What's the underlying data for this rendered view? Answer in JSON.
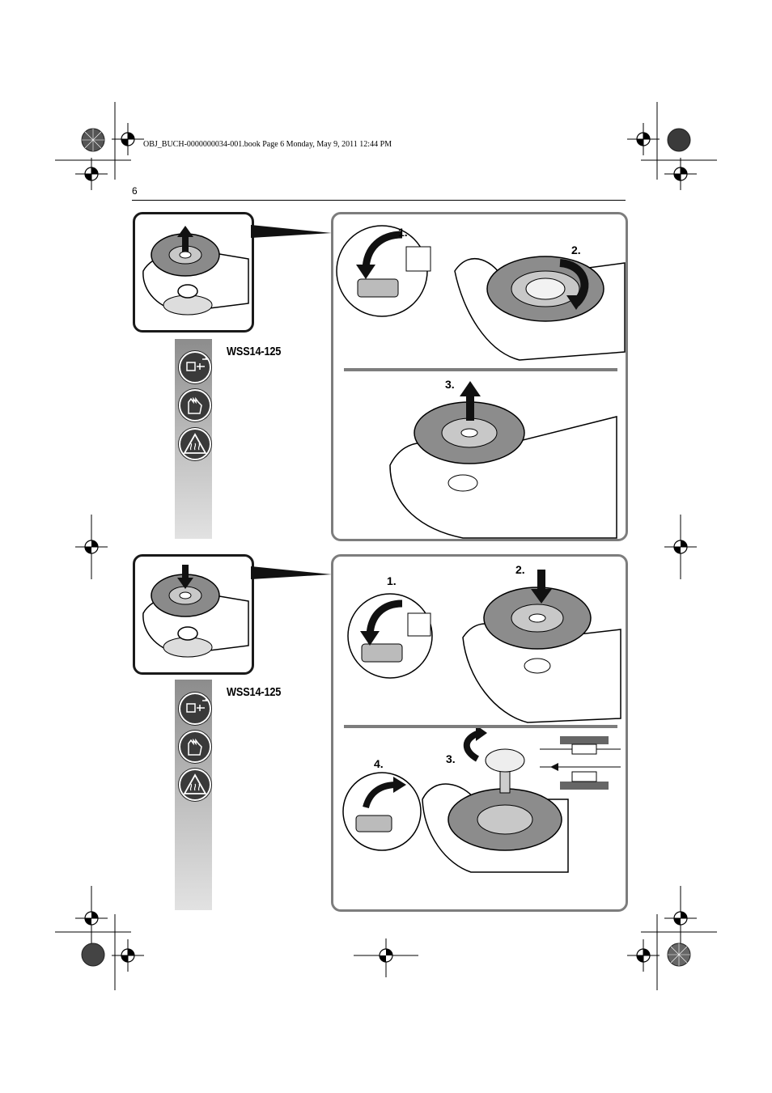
{
  "header": {
    "book_line": "OBJ_BUCH-0000000034-001.book  Page 6  Monday, May 9, 2011  12:44 PM",
    "page_number": "6"
  },
  "section_remove": {
    "model_label": "WSS14-125",
    "steps": [
      "1.",
      "2.",
      "3."
    ],
    "icons": [
      "unplug-icon",
      "gloves-icon",
      "hot-surface-warning-icon"
    ]
  },
  "section_install": {
    "model_label": "WSS14-125",
    "steps": [
      "1.",
      "2.",
      "3.",
      "4."
    ],
    "icons": [
      "unplug-icon",
      "gloves-icon",
      "hot-surface-warning-icon"
    ]
  },
  "colors": {
    "panel_border": "#7d7d7d",
    "thumb_border": "#1a1a1a",
    "sidebar_top": "#8c8c8c",
    "sidebar_bottom": "#e2e2e2",
    "icon_fill": "#3a3a3a"
  }
}
